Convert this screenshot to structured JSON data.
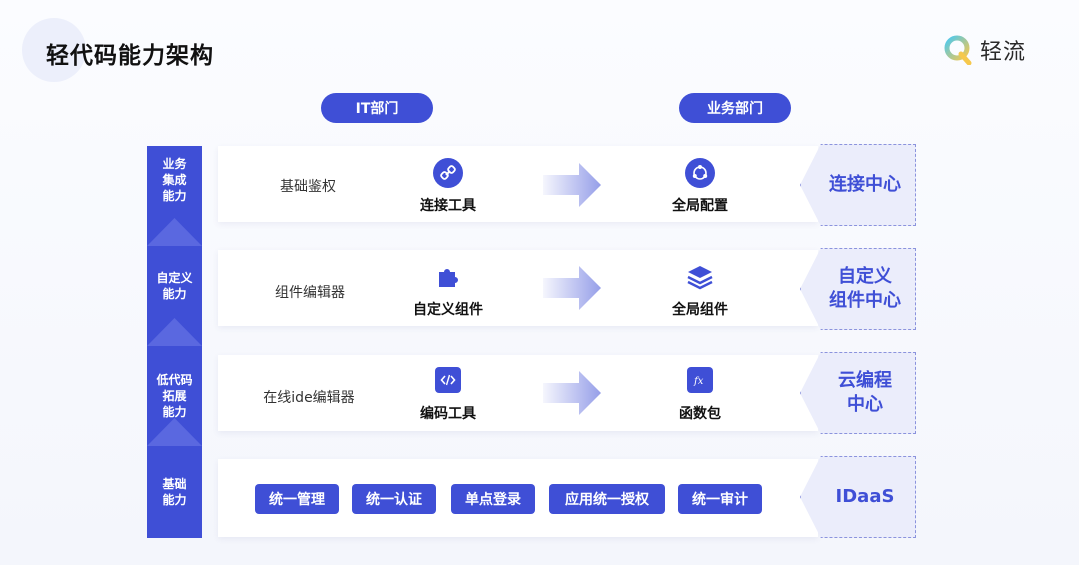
{
  "page": {
    "title": "轻代码能力架构",
    "logo_text": "轻流",
    "colors": {
      "primary": "#3f4fd6",
      "bar": "#3f4fd6",
      "bar_dark": "#3442bf",
      "right_bg": "#ebedfb"
    }
  },
  "headers": {
    "it": "IT部门",
    "biz": "业务部门"
  },
  "left_labels": [
    "业务\n集成\n能力",
    "自定义\n能力",
    "低代码\n拓展\n能力",
    "基础\n能力"
  ],
  "rows": [
    {
      "label": "基础鉴权",
      "it_tool": "连接工具",
      "it_icon": "link-icon",
      "biz_tool": "全局配置",
      "biz_icon": "network-icon",
      "right": "连接中心"
    },
    {
      "label": "组件编辑器",
      "it_tool": "自定义组件",
      "it_icon": "puzzle-icon",
      "biz_tool": "全局组件",
      "biz_icon": "layers-icon",
      "right": "自定义\n组件中心"
    },
    {
      "label": "在线ide编辑器",
      "it_tool": "编码工具",
      "it_icon": "code-icon",
      "biz_tool": "函数包",
      "biz_icon": "function-icon",
      "right": "云编程\n中心"
    }
  ],
  "base_chips": [
    "统一管理",
    "统一认证",
    "单点登录",
    "应用统一授权",
    "统一审计"
  ],
  "base_right": "IDaaS"
}
